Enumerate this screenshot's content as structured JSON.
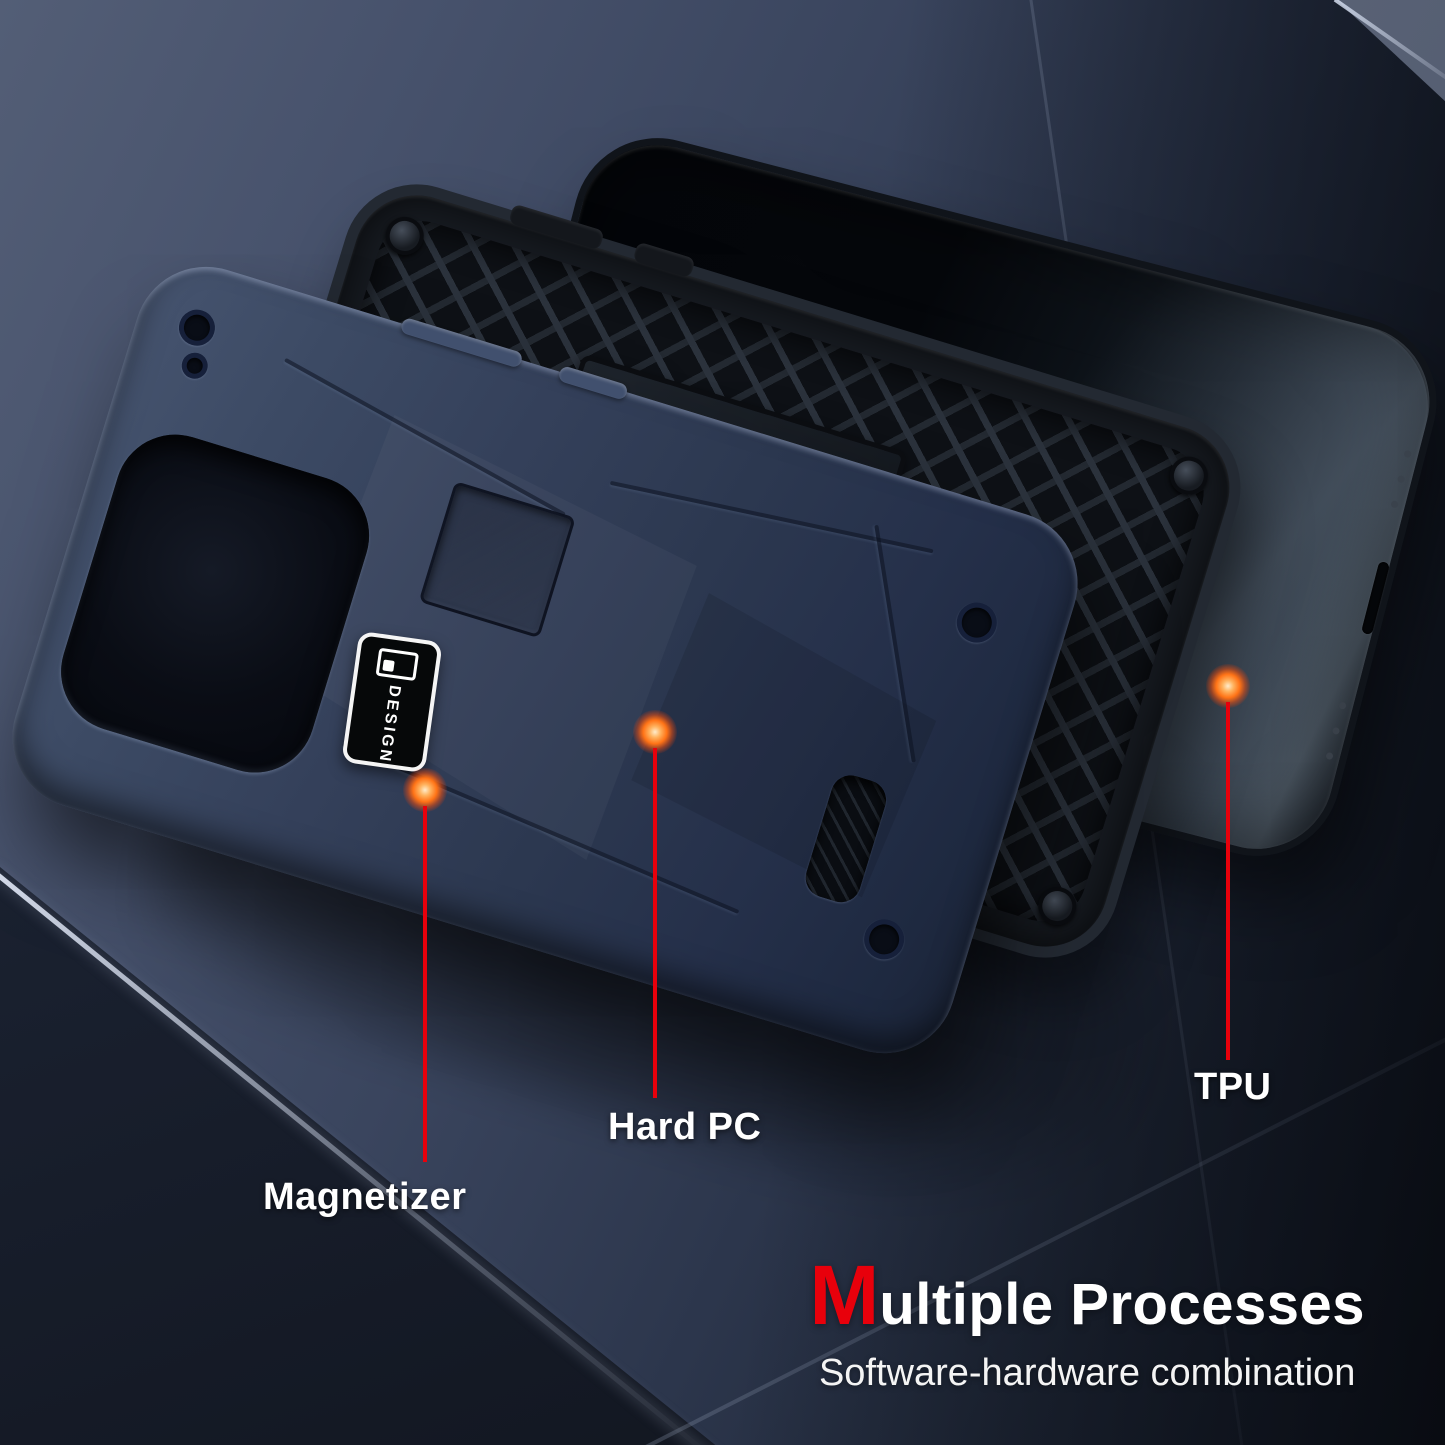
{
  "product": {
    "badge_text": "DESIGN"
  },
  "callouts": [
    {
      "id": "magnetizer",
      "label": "Magnetizer"
    },
    {
      "id": "hard_pc",
      "label": "Hard PC"
    },
    {
      "id": "tpu",
      "label": "TPU"
    }
  ],
  "headline": {
    "lead": "M",
    "rest": "ultiple Processes",
    "subtitle": "Software-hardware combination"
  },
  "colors": {
    "accent_red": "#e8000b",
    "glow_orange": "#ff7316",
    "case_blue": "#2c3850",
    "tpu_black": "#171b21",
    "phone_black": "#05070b",
    "text_white": "#ffffff"
  }
}
